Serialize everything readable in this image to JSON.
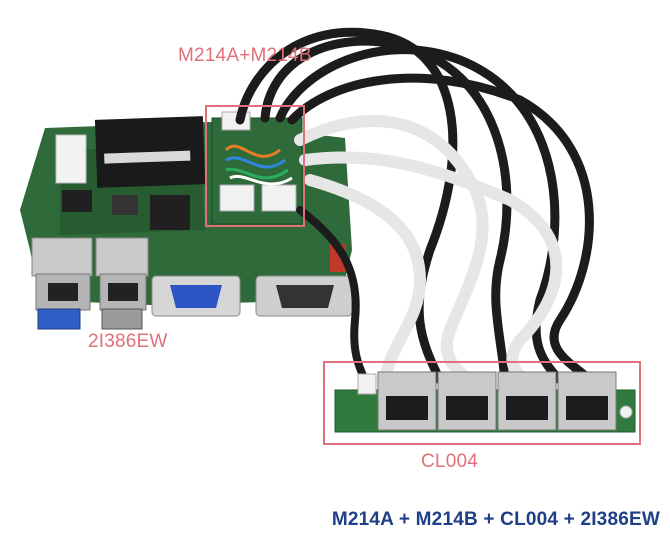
{
  "labels": {
    "m214": "M214A+M214B",
    "board": "2I386EW",
    "cl004": "CL004"
  },
  "caption": "M214A + M214B + CL004 + 2I386EW",
  "colors": {
    "highlight_box": "#e0707a",
    "caption_text": "#1f3f86",
    "pcb_green": "#2f6b3a",
    "cable_black": "#1c1c1c",
    "cable_white": "#e6e6e6"
  }
}
